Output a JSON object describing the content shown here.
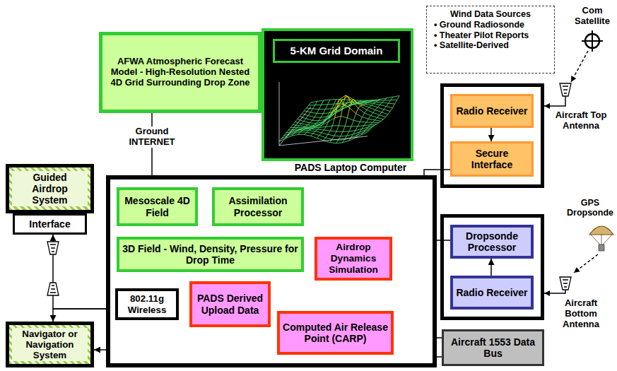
{
  "diagram": {
    "nodes": [
      {
        "text": [
          "AFWA Atmospheric Forecast Model - High-Resolution Nested 4D Grid Surrounding Drop Zone"
        ]
      },
      {
        "text": [
          "5-KM Grid Domain"
        ]
      },
      {
        "text": [
          "Wind Data Sources",
          "• Ground Radiosonde",
          "• Theater Pilot Reports",
          "• Satellite-Derived"
        ]
      },
      {
        "text": [
          "Radio Receiver"
        ]
      },
      {
        "text": [
          "Secure Interface"
        ]
      },
      {
        "text": [
          "Guided Airdrop System"
        ]
      },
      {
        "text": [
          "Interface"
        ]
      },
      {
        "text": [
          "PADS Laptop Computer"
        ]
      },
      {
        "text": [
          "Mesoscale 4D Field"
        ],
        "in": 7
      },
      {
        "text": [
          "Assimilation Processor"
        ],
        "in": 7
      },
      {
        "text": [
          "3D Field - Wind, Density, Pressure for Drop Time"
        ],
        "in": 7
      },
      {
        "text": [
          "Airdrop Dynamics Simulation"
        ],
        "in": 7
      },
      {
        "text": [
          "802.11g Wireless"
        ],
        "in": 7
      },
      {
        "text": [
          "PADS Derived Upload Data"
        ],
        "in": 7
      },
      {
        "text": [
          "Computed Air Release Point (CARP)"
        ],
        "in": 7
      },
      {
        "text": [
          "Dropsonde Processor"
        ]
      },
      {
        "text": [
          "Radio Receiver"
        ]
      },
      {
        "text": [
          "Navigator or Navigation System"
        ]
      },
      {
        "text": [
          "Aircraft 1553 Data Bus"
        ]
      }
    ],
    "edges": [
      {
        "from": 0,
        "to": 8,
        "arrow": "to",
        "label": "Ground INTERNET"
      },
      {
        "from": 8,
        "to": 9,
        "arrow": "to"
      },
      {
        "from": 9,
        "to": 10,
        "arrow": "to"
      },
      {
        "from": 10,
        "to": 11,
        "arrow": "to"
      },
      {
        "from": 11,
        "to": 13,
        "arrow": "to"
      },
      {
        "from": 11,
        "to": 14,
        "arrow": "to"
      },
      {
        "from": 13,
        "to": 12,
        "arrow": "to"
      },
      {
        "from": 12,
        "to": 6,
        "arrow": "to"
      },
      {
        "from": 12,
        "to": 17,
        "arrow": "to"
      },
      {
        "from": 3,
        "to": 4,
        "arrow": "to"
      },
      {
        "from": 4,
        "to": 9,
        "arrow": "to"
      },
      {
        "from": 15,
        "to": 9,
        "arrow": "to"
      },
      {
        "from": 18,
        "to": 9,
        "arrow": "to"
      },
      {
        "from": 18,
        "to": 11,
        "arrow": "to"
      },
      {
        "from": 14,
        "to": 17,
        "arrow": "to"
      },
      {
        "from": 16,
        "to": 15,
        "arrow": "to"
      }
    ],
    "labels": [
      "Com Satellite",
      "Aircraft Top Antenna",
      "GPS Dropsonde",
      "Aircraft Bottom Antenna"
    ]
  }
}
